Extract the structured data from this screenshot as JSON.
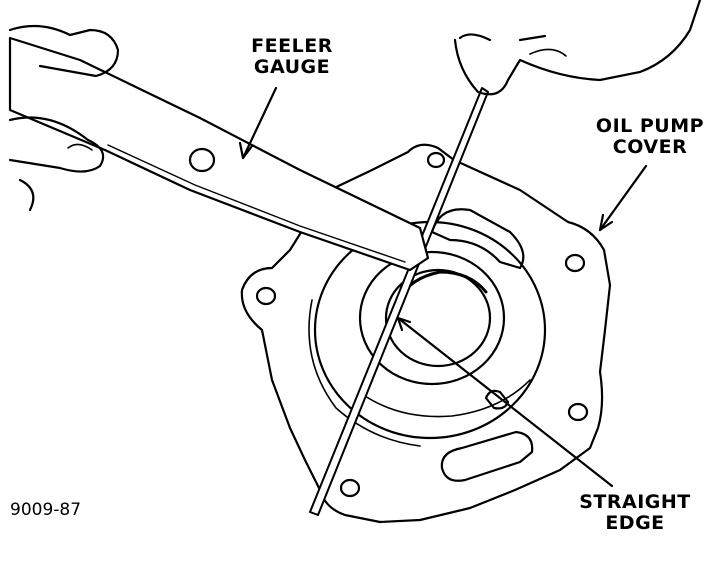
{
  "labels": {
    "feeler_gauge": [
      "FEELER",
      "GAUGE"
    ],
    "oil_pump_cover": [
      "OIL PUMP",
      "COVER"
    ],
    "straight_edge": [
      "STRAIGHT",
      "EDGE"
    ]
  },
  "figure_number": "9009-87",
  "colors": {
    "ink": "#000000",
    "paper": "#ffffff"
  }
}
